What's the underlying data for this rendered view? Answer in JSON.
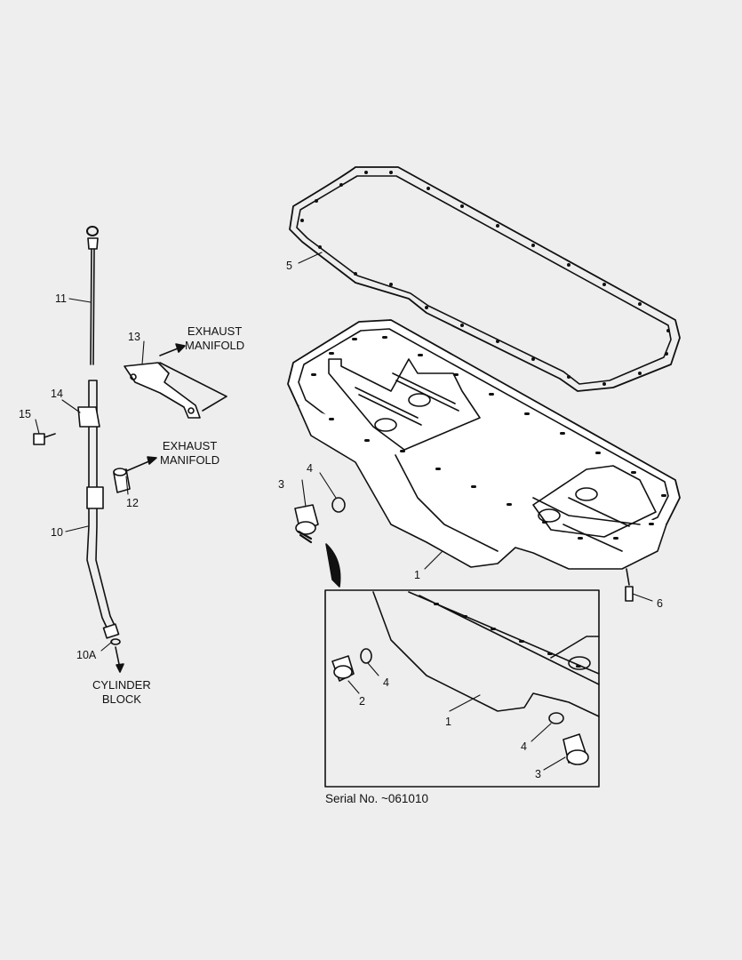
{
  "callouts": {
    "c1": "1",
    "c1b": "1",
    "c2": "2",
    "c3": "3",
    "c3b": "3",
    "c4": "4",
    "c4b": "4",
    "c4c": "4",
    "c5": "5",
    "c6": "6",
    "c10": "10",
    "c10a": "10A",
    "c11": "11",
    "c12": "12",
    "c13": "13",
    "c14": "14",
    "c15": "15"
  },
  "notes": {
    "exhaust_1": [
      "EXHAUST",
      "MANIFOLD"
    ],
    "exhaust_2": [
      "EXHAUST",
      "MANIFOLD"
    ],
    "cylinder": [
      "CYLINDER",
      "BLOCK"
    ]
  },
  "serial": "Serial No. ~061010",
  "colors": {
    "background": "#eeeeee",
    "line": "#111111"
  }
}
